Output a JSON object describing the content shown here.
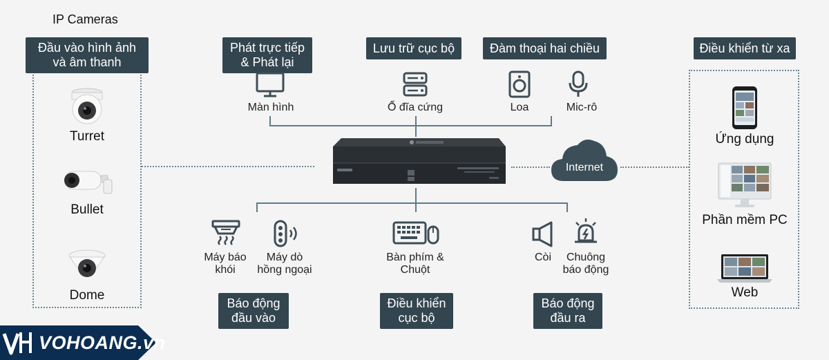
{
  "ip_cameras": {
    "title": "IP Cameras",
    "tag": "Đầu vào hình ảnh và âm thanh",
    "items": [
      "Turret",
      "Bullet",
      "Dome"
    ]
  },
  "top": {
    "live_tag": "Phát trực tiếp & Phát lại",
    "storage_tag": "Lưu trữ cục bộ",
    "talk_tag": "Đàm thoại hai chiều",
    "monitor": "Màn hình",
    "hdd": "Ổ đĩa cứng",
    "speaker": "Loa",
    "mic": "Mic-rô"
  },
  "center": {
    "internet": "Internet"
  },
  "remote": {
    "tag": "Điều khiển từ xa",
    "items": [
      "Ứng dụng",
      "Phần mềm PC",
      "Web"
    ]
  },
  "bottom": {
    "smoke": "Máy báo khói",
    "pir": "Máy dò hồng ngoại",
    "keyboard": "Bàn phím & Chuột",
    "siren": "Còi",
    "alarm_bell": "Chuông báo động",
    "alarm_in_tag": "Báo động đầu vào",
    "local_ctrl_tag": "Điều khiển cục bộ",
    "alarm_out_tag": "Báo động đầu ra"
  },
  "brand": {
    "name": "VOHOANG.vn"
  },
  "colors": {
    "tag_bg": "#33454f",
    "line": "#5f7a88",
    "nvr_body": "#2b2f33",
    "logo_bg": "#0b2d52"
  }
}
